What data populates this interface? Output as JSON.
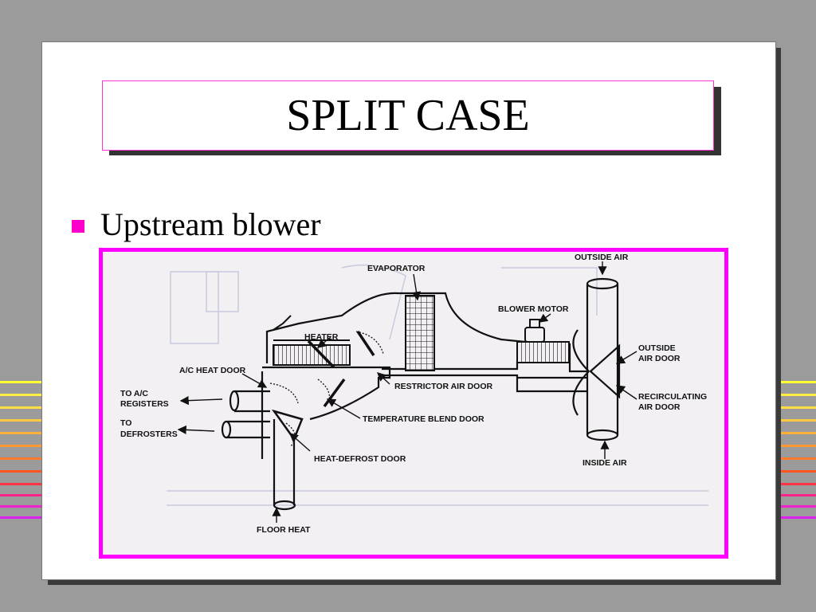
{
  "colors": {
    "background": "#9b9b9b",
    "accent": "#ff00ff",
    "slide": "#ffffff",
    "stripes": [
      "#ffff33",
      "#ffee44",
      "#ffdd44",
      "#ffc840",
      "#ffb03a",
      "#ff9933",
      "#ff7a2a",
      "#ff5522",
      "#ff3344",
      "#ff2288",
      "#ee22cc",
      "#dd22ee"
    ]
  },
  "slide": {
    "title": "SPLIT CASE",
    "bullet": "Upstream blower"
  },
  "diagram": {
    "labels": {
      "outside_air_top": "OUTSIDE AIR",
      "evaporator": "EVAPORATOR",
      "blower_motor": "BLOWER MOTOR",
      "heater": "HEATER",
      "outside_air_door_1": "OUTSIDE",
      "outside_air_door_2": "AIR DOOR",
      "ac_heat_door": "A/C HEAT DOOR",
      "to_ac_1": "TO A/C",
      "to_ac_2": "REGISTERS",
      "restrictor_air_door": "RESTRICTOR AIR DOOR",
      "recirculating_1": "RECIRCULATING",
      "recirculating_2": "AIR DOOR",
      "to_defrosters_1": "TO",
      "to_defrosters_2": "DEFROSTERS",
      "temperature_blend_door": "TEMPERATURE BLEND DOOR",
      "heat_defrost_door": "HEAT-DEFROST DOOR",
      "inside_air": "INSIDE AIR",
      "floor_heat": "FLOOR HEAT"
    }
  }
}
